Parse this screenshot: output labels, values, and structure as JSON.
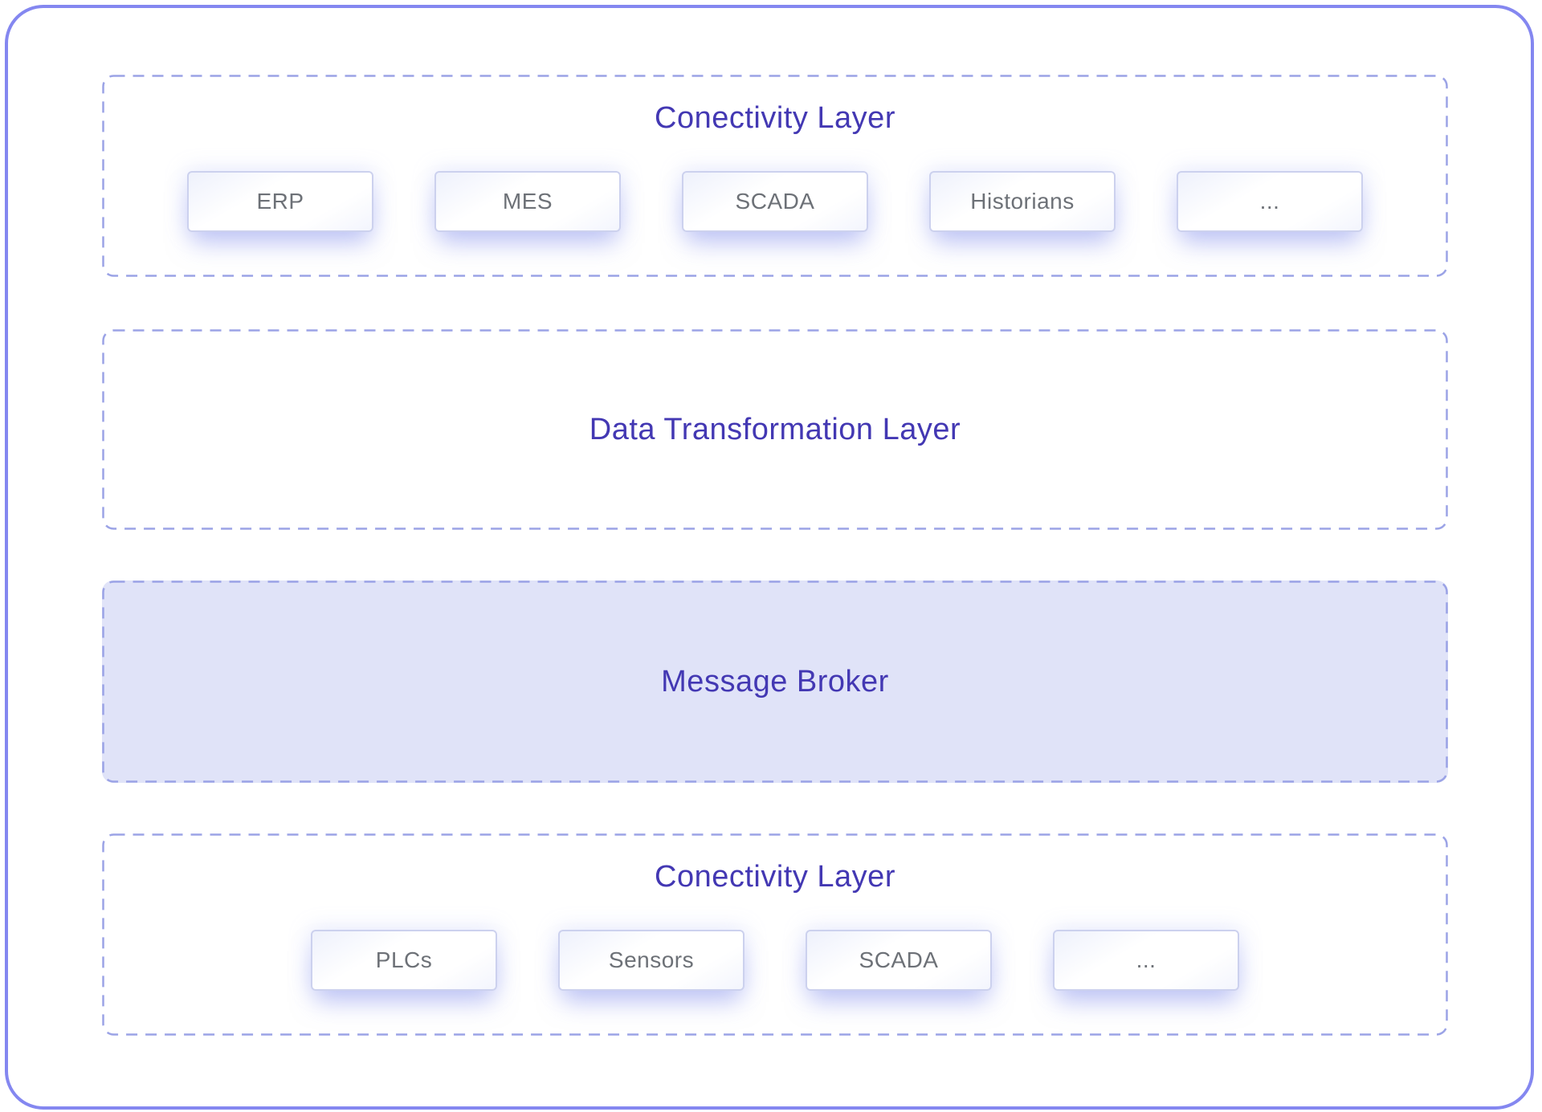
{
  "diagram": {
    "sections": [
      {
        "title": "Conectivity Layer",
        "style": "dashed",
        "items": [
          "ERP",
          "MES",
          "SCADA",
          "Historians",
          "..."
        ]
      },
      {
        "title": "Data Transformation Layer",
        "style": "dashed",
        "items": []
      },
      {
        "title": "Message Broker",
        "style": "dashed-filled",
        "items": []
      },
      {
        "title": "Conectivity Layer",
        "style": "dashed",
        "items": [
          "PLCs",
          "Sensors",
          "SCADA",
          "..."
        ]
      }
    ],
    "colors": {
      "card_border": "#8487f0",
      "dashed_border": "#9ba3e6",
      "section_title": "#4338b3",
      "component_label": "#6d7177",
      "component_border": "#ccd1ee",
      "broker_fill": "#e0e3f8",
      "background": "#ffffff"
    }
  }
}
